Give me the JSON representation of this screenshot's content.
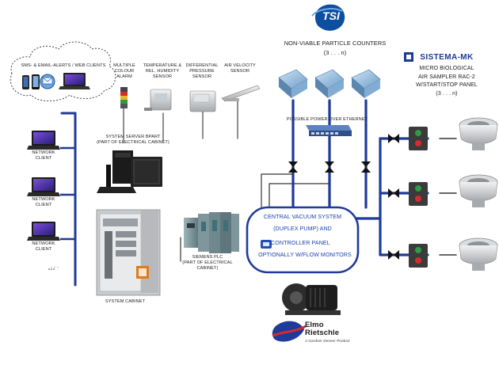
{
  "clients": {
    "cloud_label": "SMS- & EMAIL-ALERTS / WEB CLIENTS",
    "email_label": "Email",
    "network_client_label": "NETWORK\nCLIENT",
    "more": ". . ."
  },
  "sensors": {
    "alarm": "MULTIPLE\nCOLOUR\nALARM",
    "temp_humidity": "TEMPERATURE &\nREL. HUMIDITY\nSENSOR",
    "pressure": "DIFFERENTIAL\nPRESSURE\nSENSOR",
    "air_velocity": "AIR VELOCITY\nSENSOR"
  },
  "server": {
    "label": "SYSTEM SERVER BPART\n(PART OF ELECTRICAL CABINET)"
  },
  "cabinet": {
    "label": "SYSTEM CABINET"
  },
  "plc": {
    "label": "SIEMENS PLC\n(PART OF ELECTRICAL\nCABINET)"
  },
  "particle_counters": {
    "logo": "TSI",
    "title": "NON-VIABLE PARTICLE COUNTERS",
    "count": "(3 . . . n)",
    "poe": "POSSIBLE POWER OVER ETHERNET"
  },
  "sampler": {
    "brand": "SISTEMA-MK",
    "label": "MICRO BIOLOGICAL\nAIR SAMPLER RAC-2\nW/START/STOP PANEL",
    "count": "(3 . . . n)"
  },
  "vacuum": {
    "line1": "CENTRAL VACUUM SYSTEM",
    "line2": "(DUPLEX PUMP) AND",
    "line3": "CONTROLLER PANEL",
    "line4": "OPTIONALLY W/FLOW MONITORS"
  },
  "elmo": {
    "name_line1": "Elmo",
    "name_line2": "Rietschle",
    "tagline": "A Gardner Denver Product"
  },
  "colors": {
    "line_blue": "#1f3a9a",
    "vacuum_border": "#1f3a9a",
    "vacuum_text": "#1d3fa8",
    "sistema_blue": "#1d3a94"
  }
}
